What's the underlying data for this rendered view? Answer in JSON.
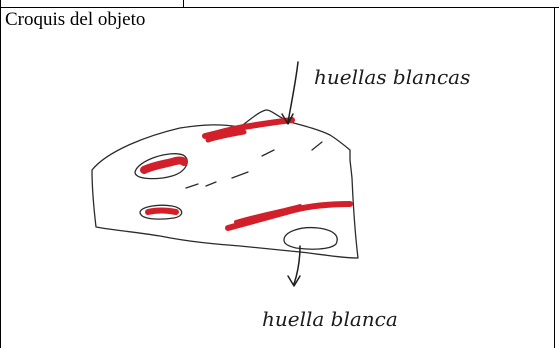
{
  "section": {
    "heading": "Croquis del objeto"
  },
  "sketch": {
    "annotation_top": "huellas blancas",
    "annotation_bottom": "huella blanca",
    "colors": {
      "pencil": "#2b2b2b",
      "marker_red": "#d21f2a"
    }
  }
}
